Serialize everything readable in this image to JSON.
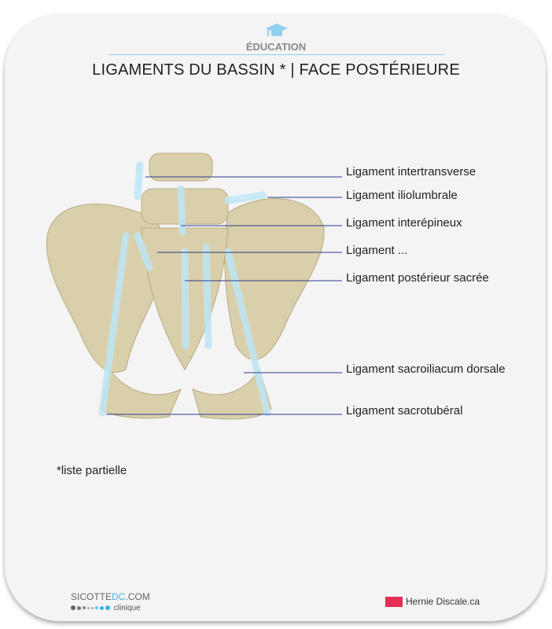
{
  "header": {
    "category": "ÉDUCATION",
    "title": "LIGAMENTS  DU BASSIN * | FACE POSTÉRIEURE",
    "icon": "graduation-cap-icon"
  },
  "labels": [
    {
      "text": "Ligament intertransverse"
    },
    {
      "text": "Ligament iliolumbrale"
    },
    {
      "text": "Ligament interépineux"
    },
    {
      "text": "Ligament ..."
    },
    {
      "text": "Ligament postérieur sacrée"
    },
    {
      "text": "Ligament sacroiliacum dorsale"
    },
    {
      "text": "Ligament sacrotubéral"
    }
  ],
  "note": "*liste partielle",
  "footer": {
    "logo_left_a": "SICOTTE",
    "logo_left_b": "DC",
    "logo_left_c": ".COM",
    "logo_left_sub": "clinique",
    "logo_right": "Hernie Discale.ca"
  },
  "colors": {
    "accent": "#3cb4e6",
    "bone": "#d9cfaa",
    "ligament": "#bfe6f5",
    "line": "#2a3a8a",
    "brand_red": "#e52e55"
  }
}
